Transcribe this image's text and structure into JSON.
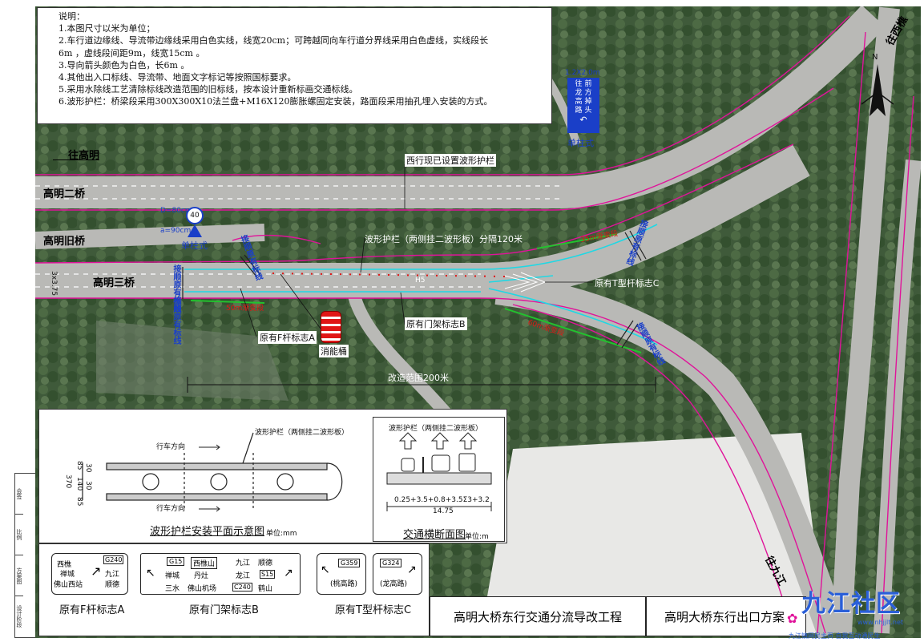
{
  "notes": {
    "heading": "说明：",
    "items": [
      "1.本图尺寸以米为单位；",
      "2.车行道边缘线、导流带边缘线采用白色实线，线宽20cm；可跨越同向车行道分界线采用白色虚线，实线段长",
      "6m ，虚线段间距9m，线宽15cm 。",
      "3.导向箭头颜色为白色，长6m 。",
      "4.其他出入口标线、导流带、地面文字标记等按照国标要求。",
      "5.采用水除线工艺清除标线改造范围的旧标线，按本设计重新标画交通标线。",
      "6.波形护栏：桥梁段采用300X300X10法兰盘+M16X120膨胀螺固定安装，路面段采用抽孔埋入安装的方式。"
    ]
  },
  "map": {
    "road_labels": {
      "gaoming": "往高明",
      "xiqiao": "往西樵",
      "jiujiang": "往九江",
      "bridge2": "高明二桥",
      "old_bridge": "高明旧桥",
      "bridge3": "高明三桥"
    },
    "north": "N",
    "annotations": {
      "west_guardrail": "西行现已设置波形护栏",
      "guardrail_sep": "波形护栏（两侧挂二波形板）分隔120米",
      "t_pole_sign": "原有T型杆标志C",
      "gantry_sign": "原有门架标志B",
      "f_pole_sign": "原有F杆标志A",
      "crash_barrel": "消能桶",
      "scope": "改造范围200米",
      "single_pole_1": "单柱式",
      "single_pole_2": "单柱式",
      "d80": "D=80cm",
      "d90": "a=90cm",
      "speed": "40",
      "dim_x": "1.2X2.0m",
      "dim_r": "H5",
      "left_dim": "3x3.75",
      "green_1": "50m渐变段",
      "green_2": "60m渐变段",
      "green_3": "35m渐变段"
    },
    "blue_text": {
      "v1": "接顺原有标线",
      "v2": "接顺原有标线",
      "v3": "接顺原有标线",
      "v4": "接顺原有标线",
      "v5": "接顺原有标线"
    },
    "uturn_sign": [
      "往",
      "前",
      "龙",
      "方",
      "高",
      "掉",
      "路",
      "头"
    ]
  },
  "guardrail_plan": {
    "title": "波形护栏安装平面示意图",
    "unit": "单位:mm",
    "direction": "行车方向",
    "guardrail_label": "波形护栏（两侧挂二波形板）",
    "dims": [
      "370",
      "85",
      "140",
      "85",
      "30",
      "30"
    ]
  },
  "cross_section": {
    "title": "交通横断面图",
    "unit": "单位:m",
    "label": "波形护栏（两侧挂二波形板）",
    "dim_formula": "0.25+3.5+0.8+3.5Σ3+3.2",
    "total": "14.75"
  },
  "signs": {
    "A": {
      "caption": "原有F杆标志A",
      "route": "G240",
      "left_top": "西樵",
      "left_mid": "禅城",
      "left_bot": "佛山西站",
      "right_top": "九江",
      "right_bot": "顺德"
    },
    "B": {
      "caption": "原有门架标志B",
      "p1": {
        "route": "G15",
        "a": "禅城",
        "b": "三水"
      },
      "p2": {
        "a": "西樵山",
        "b": "丹灶",
        "c": "佛山机场"
      },
      "p3": {
        "a": "九江",
        "b": "龙江",
        "route": "C240",
        "c": "顺德",
        "d": "S15",
        "e": "鹤山"
      }
    },
    "C": {
      "caption": "原有T型杆标志C",
      "left_route": "G359",
      "left_sub": "(桃高路)",
      "right_route": "G324",
      "right_sub": "(龙高路)"
    }
  },
  "titles": {
    "project": "高明大桥东行交通分流导改工程",
    "drawing": "高明大桥东行出口方案"
  },
  "watermark": {
    "logo": "九江社区",
    "url": "www.nhjjlt.net",
    "slogan": "九江镇网民主页  自我互动通民生"
  },
  "left_strip": [
    "会签",
    "比例",
    "方案图",
    "设计阶段"
  ],
  "colors": {
    "vegetation": "#3f5a3a",
    "road": "#b9b9b6",
    "magenta": "#e0139a",
    "cyan": "#1fd8e4",
    "green": "#22c22e",
    "red": "#e01616",
    "blue": "#1a3fc8"
  }
}
